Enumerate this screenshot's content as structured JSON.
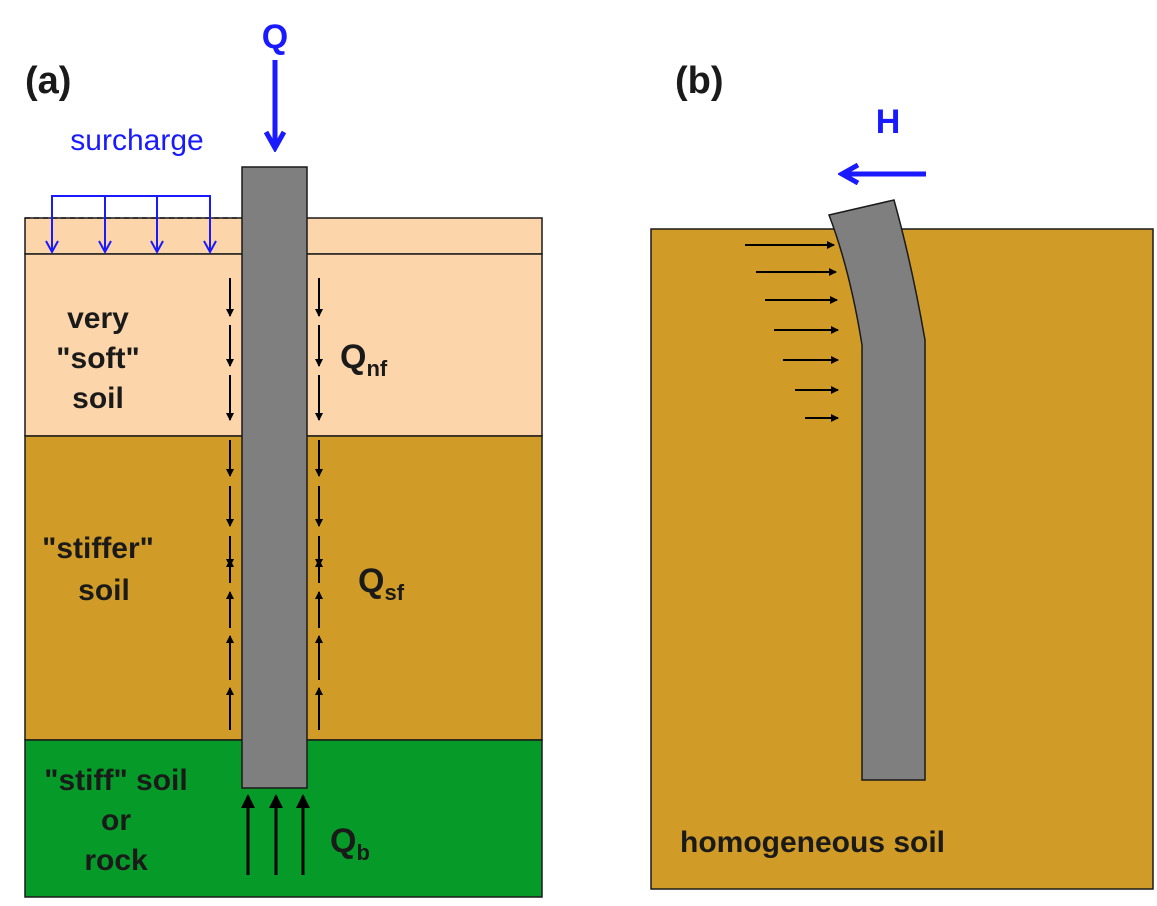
{
  "panel_a": {
    "label": "(a)",
    "load_label": "Q",
    "surcharge_label": "surcharge",
    "layers": {
      "soft": {
        "line1": "very",
        "line2": "\"soft\"",
        "line3": "soil"
      },
      "stiffer": {
        "line1": "\"stiffer\"",
        "line2": "soil"
      },
      "stiff": {
        "line1": "\"stiff\" soil",
        "line2": "or",
        "line3": "rock"
      }
    },
    "forces": {
      "negative_friction": {
        "main": "Q",
        "sub": "nf"
      },
      "shaft_friction": {
        "main": "Q",
        "sub": "sf"
      },
      "base": {
        "main": "Q",
        "sub": "b"
      }
    }
  },
  "panel_b": {
    "label": "(b)",
    "load_label": "H",
    "soil_label": "homogeneous soil"
  },
  "colors": {
    "soft_soil": "#fcd5aa",
    "stiffer_soil": "#d09b27",
    "stiff_soil": "#069a28",
    "pile": "#7f7f7f",
    "load_arrow": "#1a1aff",
    "outline": "#1a1a1a"
  }
}
